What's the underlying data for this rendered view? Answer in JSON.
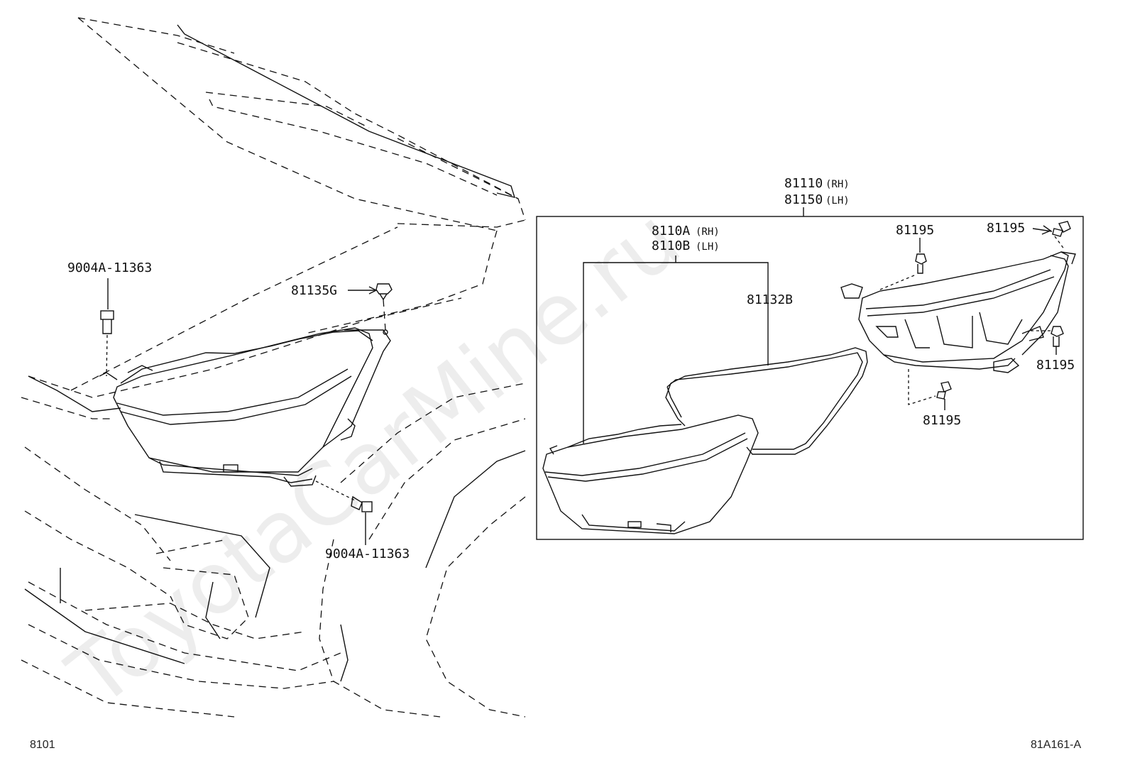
{
  "diagram": {
    "labels": {
      "assy_rh": "81110",
      "assy_rh_side": "(RH)",
      "assy_lh": "81150",
      "assy_lh_side": "(LH)",
      "unit_rh": "8110A",
      "unit_rh_side": "(RH)",
      "unit_lh": "8110B",
      "unit_lh_side": "(LH)",
      "gasket": "81132B",
      "clip": "81135G",
      "bolt_top": "9004A-11363",
      "bolt_bottom": "9004A-11363",
      "screw_1": "81195",
      "screw_2": "81195",
      "screw_3": "81195",
      "screw_4": "81195"
    },
    "watermark": "ToyotaCarMine.ru",
    "footer": {
      "page_code": "8101",
      "figure_code": "81A161-A"
    }
  }
}
